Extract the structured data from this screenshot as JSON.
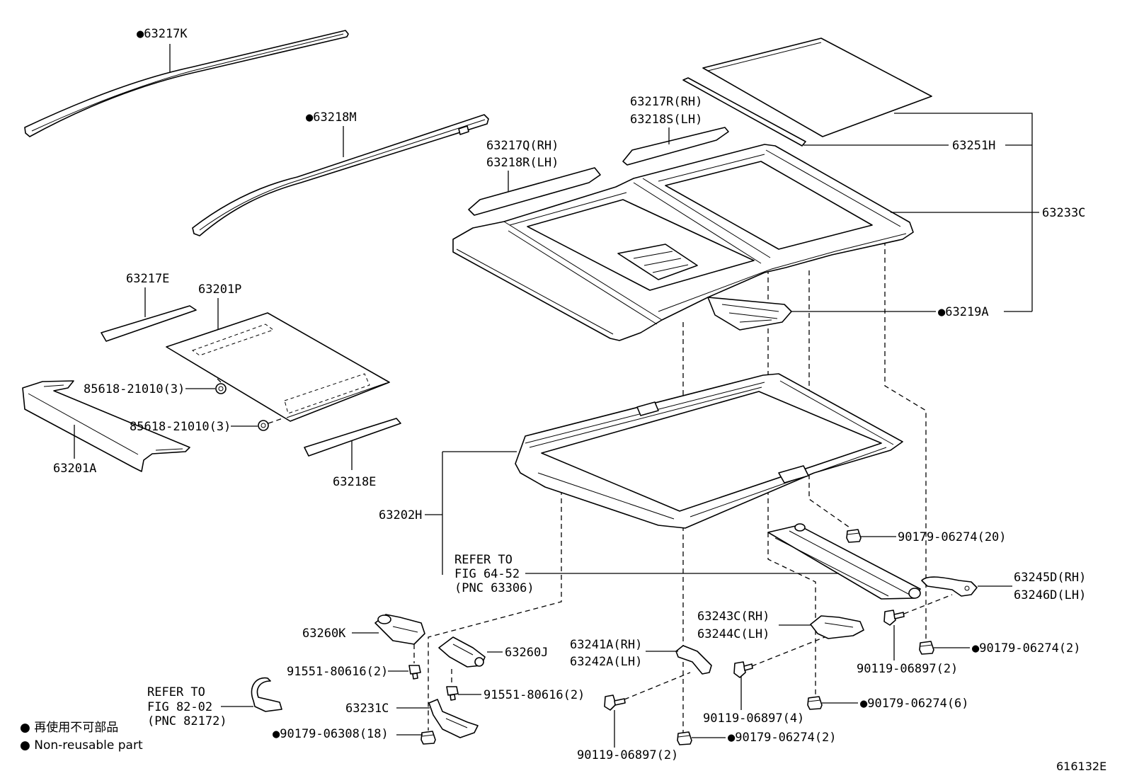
{
  "figure_code": "616132E",
  "colors": {
    "ink": "#000000",
    "paper": "#ffffff"
  },
  "callouts": {
    "p63217K": "●63217K",
    "p63218M": "●63218M",
    "p63217R_rh": "63217R(RH)",
    "p63218S_lh": "63218S(LH)",
    "p63217Q_rh": "63217Q(RH)",
    "p63218R_lh": "63218R(LH)",
    "p63251H": "63251H",
    "p63233C": "63233C",
    "p63219A": "●63219A",
    "p63217E": "63217E",
    "p63201P": "63201P",
    "p85618_a": "85618-21010(3)",
    "p85618_b": "85618-21010(3)",
    "p63201A": "63201A",
    "p63218E": "63218E",
    "p63202H": "63202H",
    "p90179_06274_20": "90179-06274(20)",
    "p63245D_rh": "63245D(RH)",
    "p63246D_lh": "63246D(LH)",
    "p63260K": "63260K",
    "p63243C_rh": "63243C(RH)",
    "p63244C_lh": "63244C(LH)",
    "p63241A_rh": "63241A(RH)",
    "p63242A_lh": "63242A(LH)",
    "p63260J": "63260J",
    "p91551_a": "91551-80616(2)",
    "p91551_b": "91551-80616(2)",
    "p90179_06274_2_right": "●90179-06274(2)",
    "p90119_06897_2_right": "90119-06897(2)",
    "p63231C": "63231C",
    "p90179_06274_6": "●90179-06274(6)",
    "p90119_06897_4": "90119-06897(4)",
    "p90179_06308_18": "●90179-06308(18)",
    "p90179_06274_2_bottom": "●90179-06274(2)",
    "p90119_06897_2_bottom": "90119-06897(2)"
  },
  "refer_notes": {
    "shade": [
      "REFER TO",
      "FIG 64-52",
      "(PNC 63306)"
    ],
    "hook": [
      "REFER TO",
      "FIG 82-02",
      "(PNC 82172)"
    ]
  },
  "legend": [
    "● 再使用不可部品",
    "● Non-reusable part"
  ]
}
